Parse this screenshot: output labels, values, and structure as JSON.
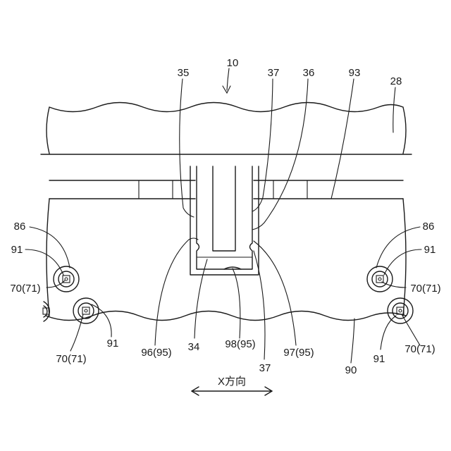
{
  "labels": {
    "assembly": "10",
    "part_35": "35",
    "part_37_top": "37",
    "part_36": "36",
    "part_93": "93",
    "part_28": "28",
    "part_86_left": "86",
    "part_91_left_top": "91",
    "part_70_left_top": "70(71)",
    "part_70_left_bottom": "70(71)",
    "part_91_left_bottom": "91",
    "part_86_right": "86",
    "part_91_right_top": "91",
    "part_70_right_top": "70(71)",
    "part_70_right_bottom": "70(71)",
    "part_91_right_bottom": "91",
    "part_96": "96(95)",
    "part_34": "34",
    "part_98": "98(95)",
    "part_37_bottom": "37",
    "part_97": "97(95)",
    "part_90": "90"
  },
  "direction": {
    "label": "X方向"
  }
}
